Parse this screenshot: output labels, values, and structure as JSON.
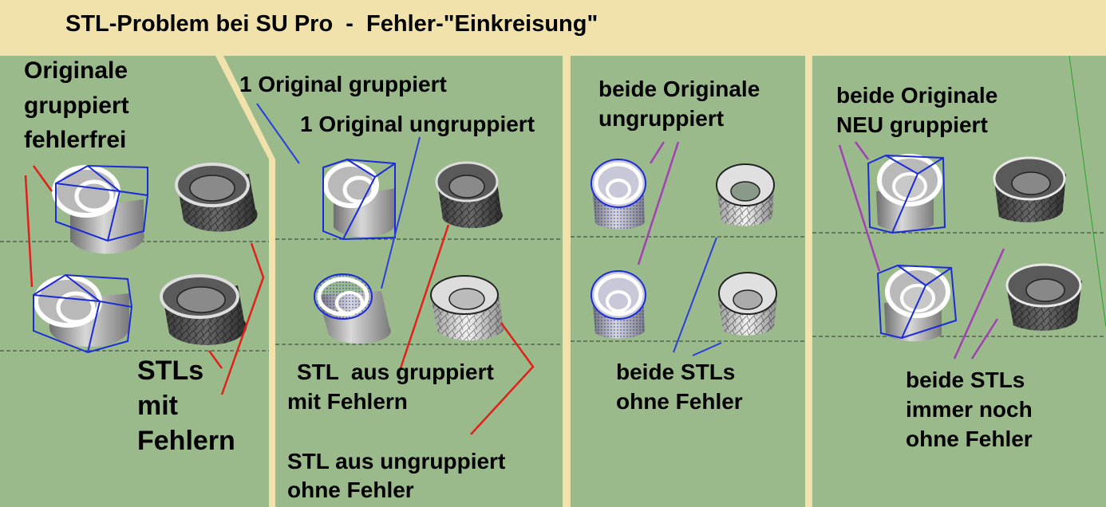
{
  "title": "STL-Problem bei SU Pro  -  Fehler-\"Einkreisung\"",
  "colors": {
    "background": "#f1e2ac",
    "panel": "#9bba8c",
    "annotation_red": "#e0201a",
    "annotation_blue": "#2a3fd6",
    "annotation_purple": "#a23fb5",
    "bounding_box": "#1b2bd8"
  },
  "panel1": {
    "heading": [
      "Originale",
      "gruppiert",
      "fehlerfrei"
    ],
    "footer": [
      "STLs",
      "mit",
      "Fehlern"
    ]
  },
  "panel2": {
    "label_grouped": "1 Original gruppiert",
    "label_ungrouped": "1 Original ungruppiert",
    "stl_grouped": [
      "STL  aus gruppiert",
      "mit Fehlern"
    ],
    "stl_ungrouped": [
      "STL aus ungruppiert",
      "ohne Fehler"
    ]
  },
  "panel3": {
    "heading": [
      "beide Originale",
      "ungruppiert"
    ],
    "footer": [
      "beide STLs",
      "ohne Fehler"
    ]
  },
  "panel4": {
    "heading": [
      "beide Originale",
      "NEU gruppiert"
    ],
    "footer": [
      "beide STLs",
      "immer noch",
      "ohne Fehler"
    ]
  }
}
